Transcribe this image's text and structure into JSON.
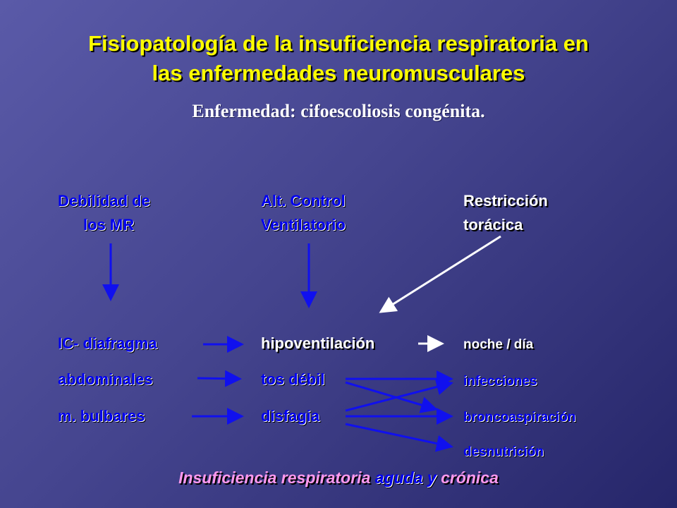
{
  "title": {
    "line1": "Fisiopatología de la insuficiencia respiratoria en",
    "line2": "las enfermedades neuromusculares"
  },
  "subtitle": "Enfermedad: cifoescoliosis congénita.",
  "columns": {
    "c1": {
      "line1": "Debilidad de",
      "line2": "los MR"
    },
    "c2": {
      "line1": "Alt. Control",
      "line2": "Ventilatorio"
    },
    "c3": {
      "line1": "Restricción",
      "line2": "torácica"
    }
  },
  "left_items": [
    "IC- diafragma",
    "abdominales",
    "m. bulbares"
  ],
  "middle_items": [
    "hipoventilación",
    "tos débil",
    "disfagia"
  ],
  "right_items": [
    "noche / día",
    "infecciones",
    "broncoaspiración",
    "desnutrición"
  ],
  "footer": {
    "part1": "Insuficiencia respiratoria",
    "part2": "aguda y",
    "part3": "crónica"
  },
  "colors": {
    "title": "#ffff00",
    "blue_text": "#0000ee",
    "arrow_blue": "#1010ee",
    "arrow_white": "#ffffff",
    "footer_pink": "#ff99ee"
  }
}
